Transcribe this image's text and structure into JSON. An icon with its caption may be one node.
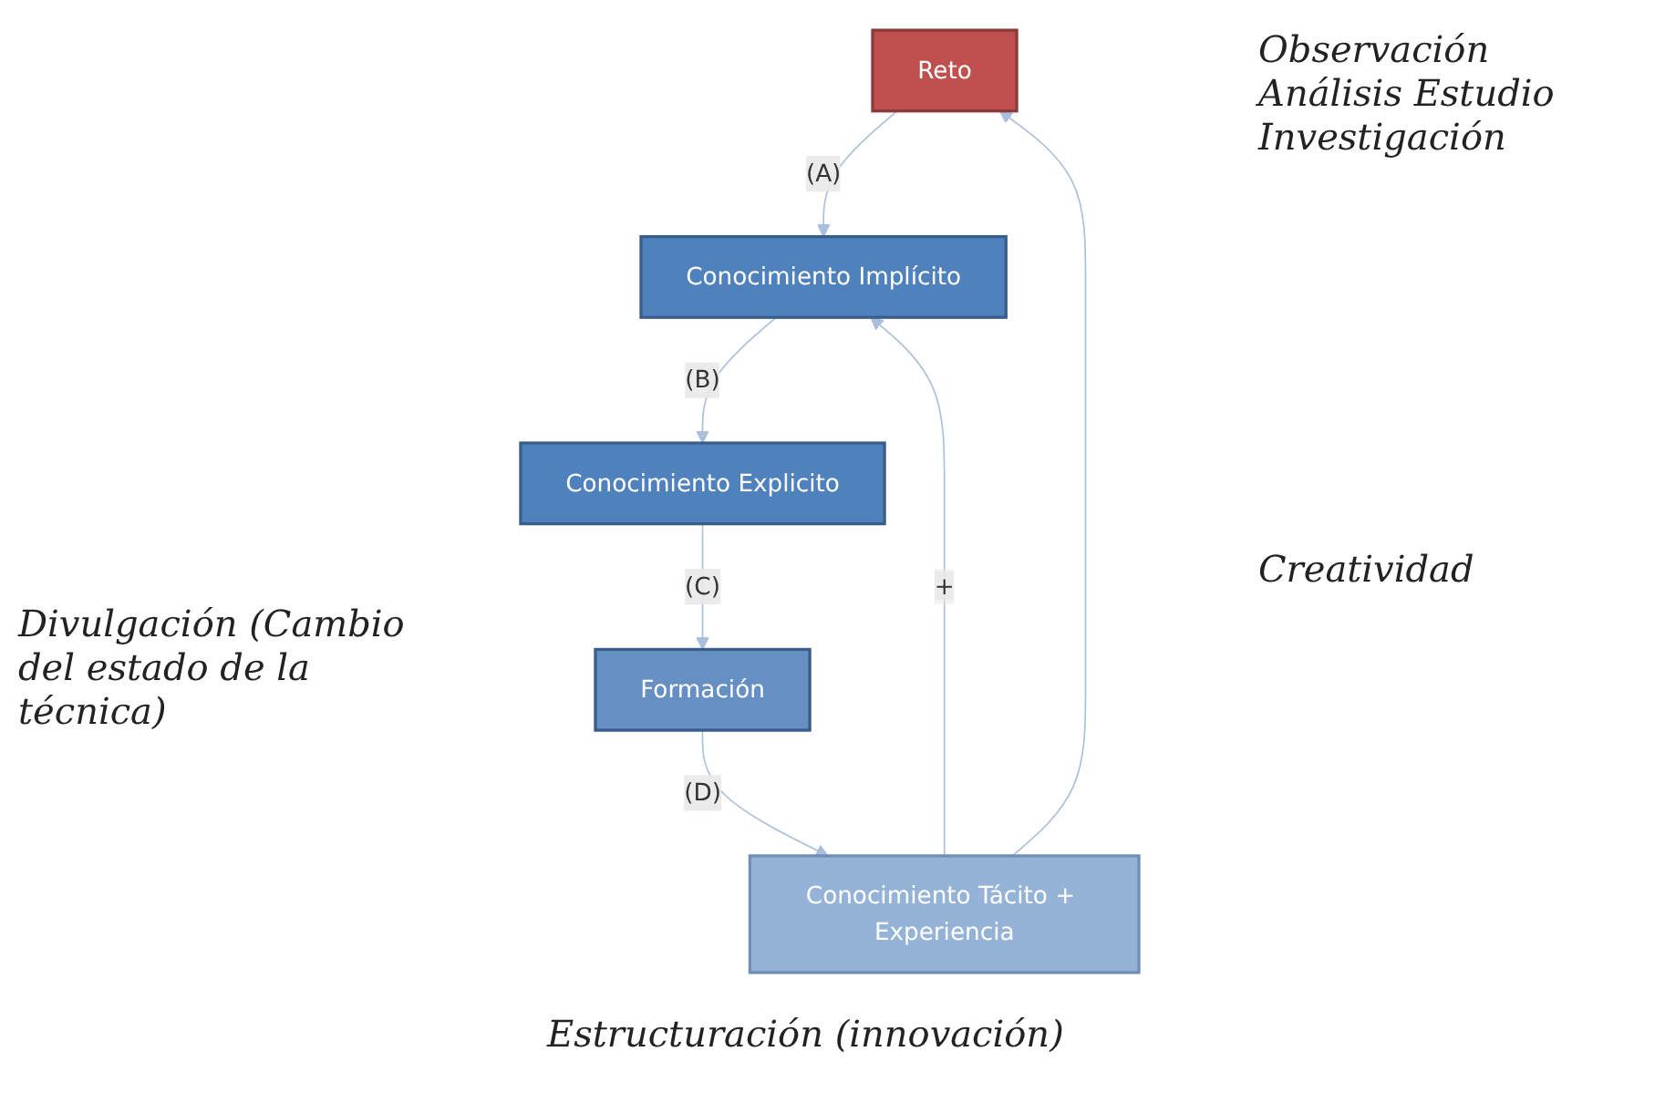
{
  "diagram": {
    "nodes": [
      {
        "text": [
          "Reto"
        ]
      },
      {
        "text": [
          "Conocimiento Implícito"
        ]
      },
      {
        "text": [
          "Conocimiento Explicito"
        ]
      },
      {
        "text": [
          "Formación"
        ]
      },
      {
        "text": [
          "Conocimiento Tácito + Experiencia"
        ]
      }
    ],
    "edges": [
      {
        "from": 0,
        "to": 1,
        "arrow": "to",
        "label": "(A)"
      },
      {
        "from": 1,
        "to": 2,
        "arrow": "to",
        "label": "(B)"
      },
      {
        "from": 2,
        "to": 3,
        "arrow": "to",
        "label": "(C)"
      },
      {
        "from": 3,
        "to": 4,
        "arrow": "to",
        "label": "(D)"
      },
      {
        "from": 4,
        "to": 0,
        "arrow": "to"
      },
      {
        "from": 4,
        "to": 1,
        "arrow": "to",
        "label": "+"
      }
    ],
    "labels": [
      "Observación Análisis Estudio Investigación",
      "Creatividad",
      "Divulgación (Cambio del estado de la técnica)",
      "Estructuración (innovación)"
    ]
  }
}
